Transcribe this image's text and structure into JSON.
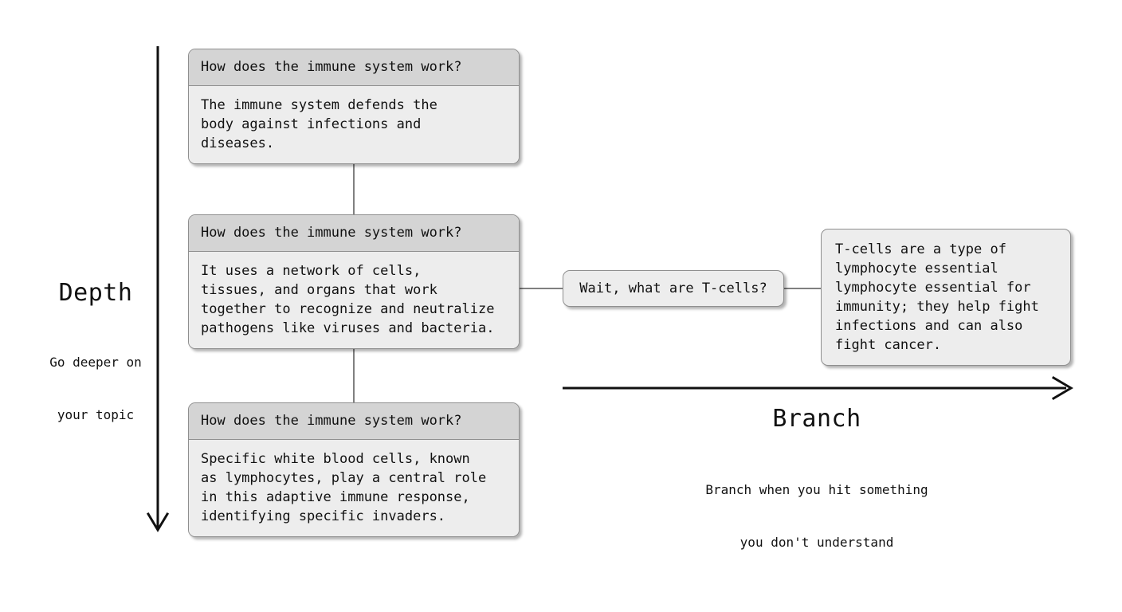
{
  "axes": {
    "depth": {
      "title": "Depth",
      "caption_line1": "Go deeper on",
      "caption_line2": "your topic",
      "arrow_color": "#111111",
      "direction": "down"
    },
    "branch": {
      "title": "Branch",
      "caption_line1": "Branch when you hit something",
      "caption_line2": "you don't understand",
      "arrow_color": "#111111",
      "direction": "right"
    }
  },
  "colors": {
    "card_header_bg": "#d4d4d4",
    "card_body_bg": "#ededed",
    "card_border": "#8f8f8f",
    "connector": "#808080",
    "page_bg": "#ffffff",
    "text": "#111111"
  },
  "depth_chain": [
    {
      "header": "How does the immune system work?",
      "body": "The immune system defends the\nbody against infections and\ndiseases."
    },
    {
      "header": "How does the immune system work?",
      "body": "It uses a network of cells,\ntissues, and organs that work\ntogether to recognize and neutralize\npathogens like viruses and bacteria."
    },
    {
      "header": "How does the immune system work?",
      "body": "Specific white blood cells, known\nas lymphocytes, play a central role\nin this adaptive immune response,\nidentifying specific invaders."
    }
  ],
  "branch_chain": {
    "question": "Wait, what are T-cells?",
    "answer": "T-cells are a type of\nlymphocyte essential\nlymphocyte essential for\nimmunity; they help fight\ninfections and can also\nfight cancer."
  }
}
